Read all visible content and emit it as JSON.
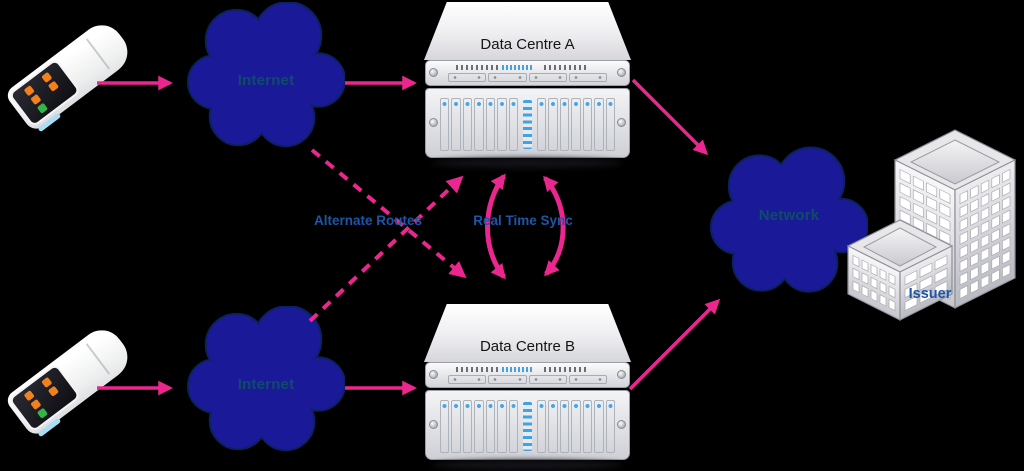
{
  "diagram": {
    "title_hint": "Payment network resilience diagram",
    "nodes": {
      "terminal_top": {
        "name": "payment-terminal"
      },
      "terminal_bottom": {
        "name": "payment-terminal"
      },
      "internet_top": {
        "label": "Internet"
      },
      "internet_bottom": {
        "label": "Internet"
      },
      "data_centre_a": {
        "label": "Data Centre A"
      },
      "data_centre_b": {
        "label": "Data Centre B"
      },
      "network": {
        "label": "Network"
      },
      "issuer": {
        "label": "Issuer"
      }
    },
    "annotations": {
      "alternate_routes": "Alternate Routes",
      "real_time_sync": "Real Time Sync"
    },
    "edges": [
      {
        "from": "terminal_top",
        "to": "internet_top",
        "style": "solid"
      },
      {
        "from": "internet_top",
        "to": "data_centre_a",
        "style": "solid"
      },
      {
        "from": "terminal_bottom",
        "to": "internet_bottom",
        "style": "solid"
      },
      {
        "from": "internet_bottom",
        "to": "data_centre_b",
        "style": "solid"
      },
      {
        "from": "data_centre_a",
        "to": "network",
        "style": "solid"
      },
      {
        "from": "data_centre_b",
        "to": "network",
        "style": "solid"
      },
      {
        "from": "internet_top",
        "to": "data_centre_b",
        "style": "dashed",
        "label": "Alternate Routes"
      },
      {
        "from": "internet_bottom",
        "to": "data_centre_a",
        "style": "dashed",
        "label": "Alternate Routes"
      },
      {
        "from": "data_centre_a",
        "to": "data_centre_b",
        "style": "curved-double",
        "label": "Real Time Sync"
      }
    ],
    "colors": {
      "arrow_pink": "#EC268F",
      "cloud_fill": "#1A1A99",
      "cloud_outline": "#0C2160",
      "cloud_text": "#0E4D63",
      "annotation_text": "#1D55A8",
      "server_led_blue": "#3FA3E4",
      "terminal_icon_orange": "#F2801F",
      "terminal_icon_green": "#35B44A"
    }
  }
}
